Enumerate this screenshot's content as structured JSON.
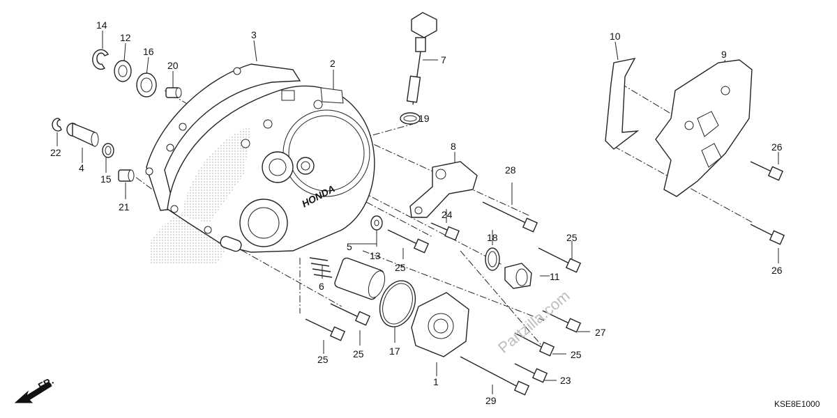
{
  "labels": {
    "p1": "1",
    "p2": "2",
    "p3": "3",
    "p4": "4",
    "p5": "5",
    "p6": "6",
    "p7": "7",
    "p8": "8",
    "p9": "9",
    "p10": "10",
    "p11": "11",
    "p12": "12",
    "p13": "13",
    "p14": "14",
    "p15": "15",
    "p16": "16",
    "p17": "17",
    "p18": "18",
    "p19": "19",
    "p20": "20",
    "p21": "21",
    "p22": "22",
    "p23": "23",
    "p24": "24",
    "p25a": "25",
    "p25b": "25",
    "p25c": "25",
    "p25d": "25",
    "p25e": "25",
    "p26a": "26",
    "p26b": "26",
    "p27": "27",
    "p28": "28",
    "p29": "29"
  },
  "cover_logo": "HONDA",
  "watermark": "Partzilla.com",
  "diagram_code": "KSE8E1000",
  "front_indicator": "FR."
}
